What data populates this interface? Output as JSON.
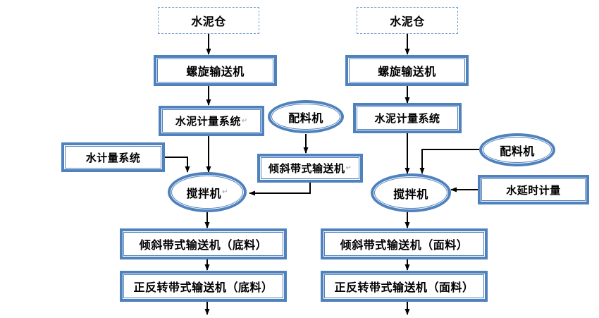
{
  "diagram": {
    "title_implicit": "",
    "left_line": {
      "silo": "水泥仓",
      "screw_conveyor": "螺旋输送机",
      "cement_metering": "水泥计量系统",
      "water_metering": "水计量系统",
      "mixer": "搅拌机",
      "inclined_conveyor_base": "倾斜带式输送机（底料）",
      "reversible_conveyor_base": "正反转带式输送机（底料）"
    },
    "middle": {
      "batcher": "配料机",
      "inclined_conveyor": "倾斜带式输送机"
    },
    "right_line": {
      "silo": "水泥仓",
      "screw_conveyor": "螺旋输送机",
      "cement_metering": "水泥计量系统",
      "batcher": "配料机",
      "water_delay_metering": "水延时计量",
      "mixer": "搅拌机",
      "inclined_conveyor_surface": "倾斜带式输送机（面料）",
      "reversible_conveyor_surface": "正反转带式输送机（面料）"
    },
    "marks": {
      "return_mark": "↵"
    },
    "colors": {
      "node_border": "#4f81bd",
      "dashed_border": "#7ba3d6",
      "arrow": "#000000",
      "text": "#000000",
      "background": "#ffffff"
    }
  }
}
